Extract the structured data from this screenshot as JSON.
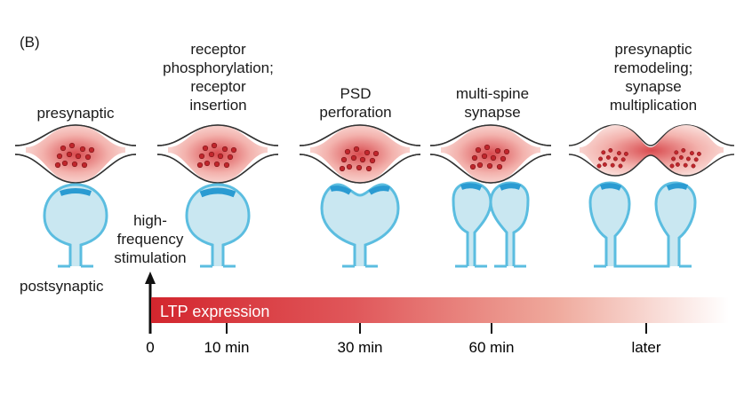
{
  "panel_label": "(B)",
  "stages": [
    {
      "label": "presynaptic"
    },
    {
      "label": "receptor\nphosphorylation;\nreceptor\ninsertion"
    },
    {
      "label": "PSD\nperforation"
    },
    {
      "label": "multi-spine\nsynapse"
    },
    {
      "label": "presynaptic\nremodeling;\nsynapse\nmultiplication"
    }
  ],
  "postsynaptic_label": "postsynaptic",
  "stimulus_label": "high-\nfrequency\nstimulation",
  "bar_label": "LTP expression",
  "timeline_ticks": [
    "0",
    "10 min",
    "30 min",
    "60 min",
    "later"
  ],
  "colors": {
    "ltp_red": "#d3262e",
    "spine_fill": "#c9e7f1",
    "spine_stroke": "#5bbde0",
    "psd_blue": "#2a9bd2",
    "vesicle": "#c0262c",
    "terminal_pink": "#e88c8c"
  }
}
